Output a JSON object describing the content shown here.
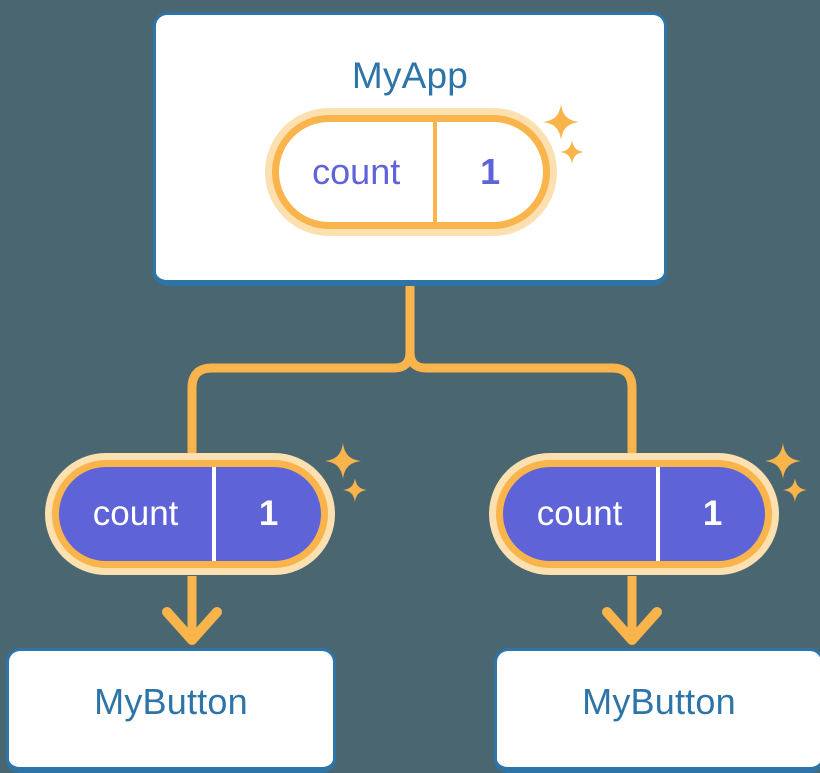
{
  "diagram": {
    "title": "MyApp component tree with shared count state",
    "background_color": "#4a6670"
  },
  "colors": {
    "background": "#4a6670",
    "box_border_blue": "#2d74a8",
    "box_fill": "#ffffff",
    "accent_orange": "#f9b44c",
    "accent_orange_light": "#fce0b0",
    "state_purple": "#5f63d8",
    "text_white": "#ffffff"
  },
  "nodes": {
    "app": {
      "title": "MyApp",
      "state": {
        "key": "count",
        "value": "1"
      }
    },
    "buttons": [
      {
        "title": "MyButton",
        "state": {
          "key": "count",
          "value": "1"
        }
      },
      {
        "title": "MyButton",
        "state": {
          "key": "count",
          "value": "1"
        }
      }
    ]
  },
  "icons": {
    "sparkle_large": "sparkle-large-icon",
    "sparkle_small": "sparkle-small-icon",
    "arrow_down": "arrow-down-icon",
    "branch_connector": "branch-connector-icon"
  }
}
